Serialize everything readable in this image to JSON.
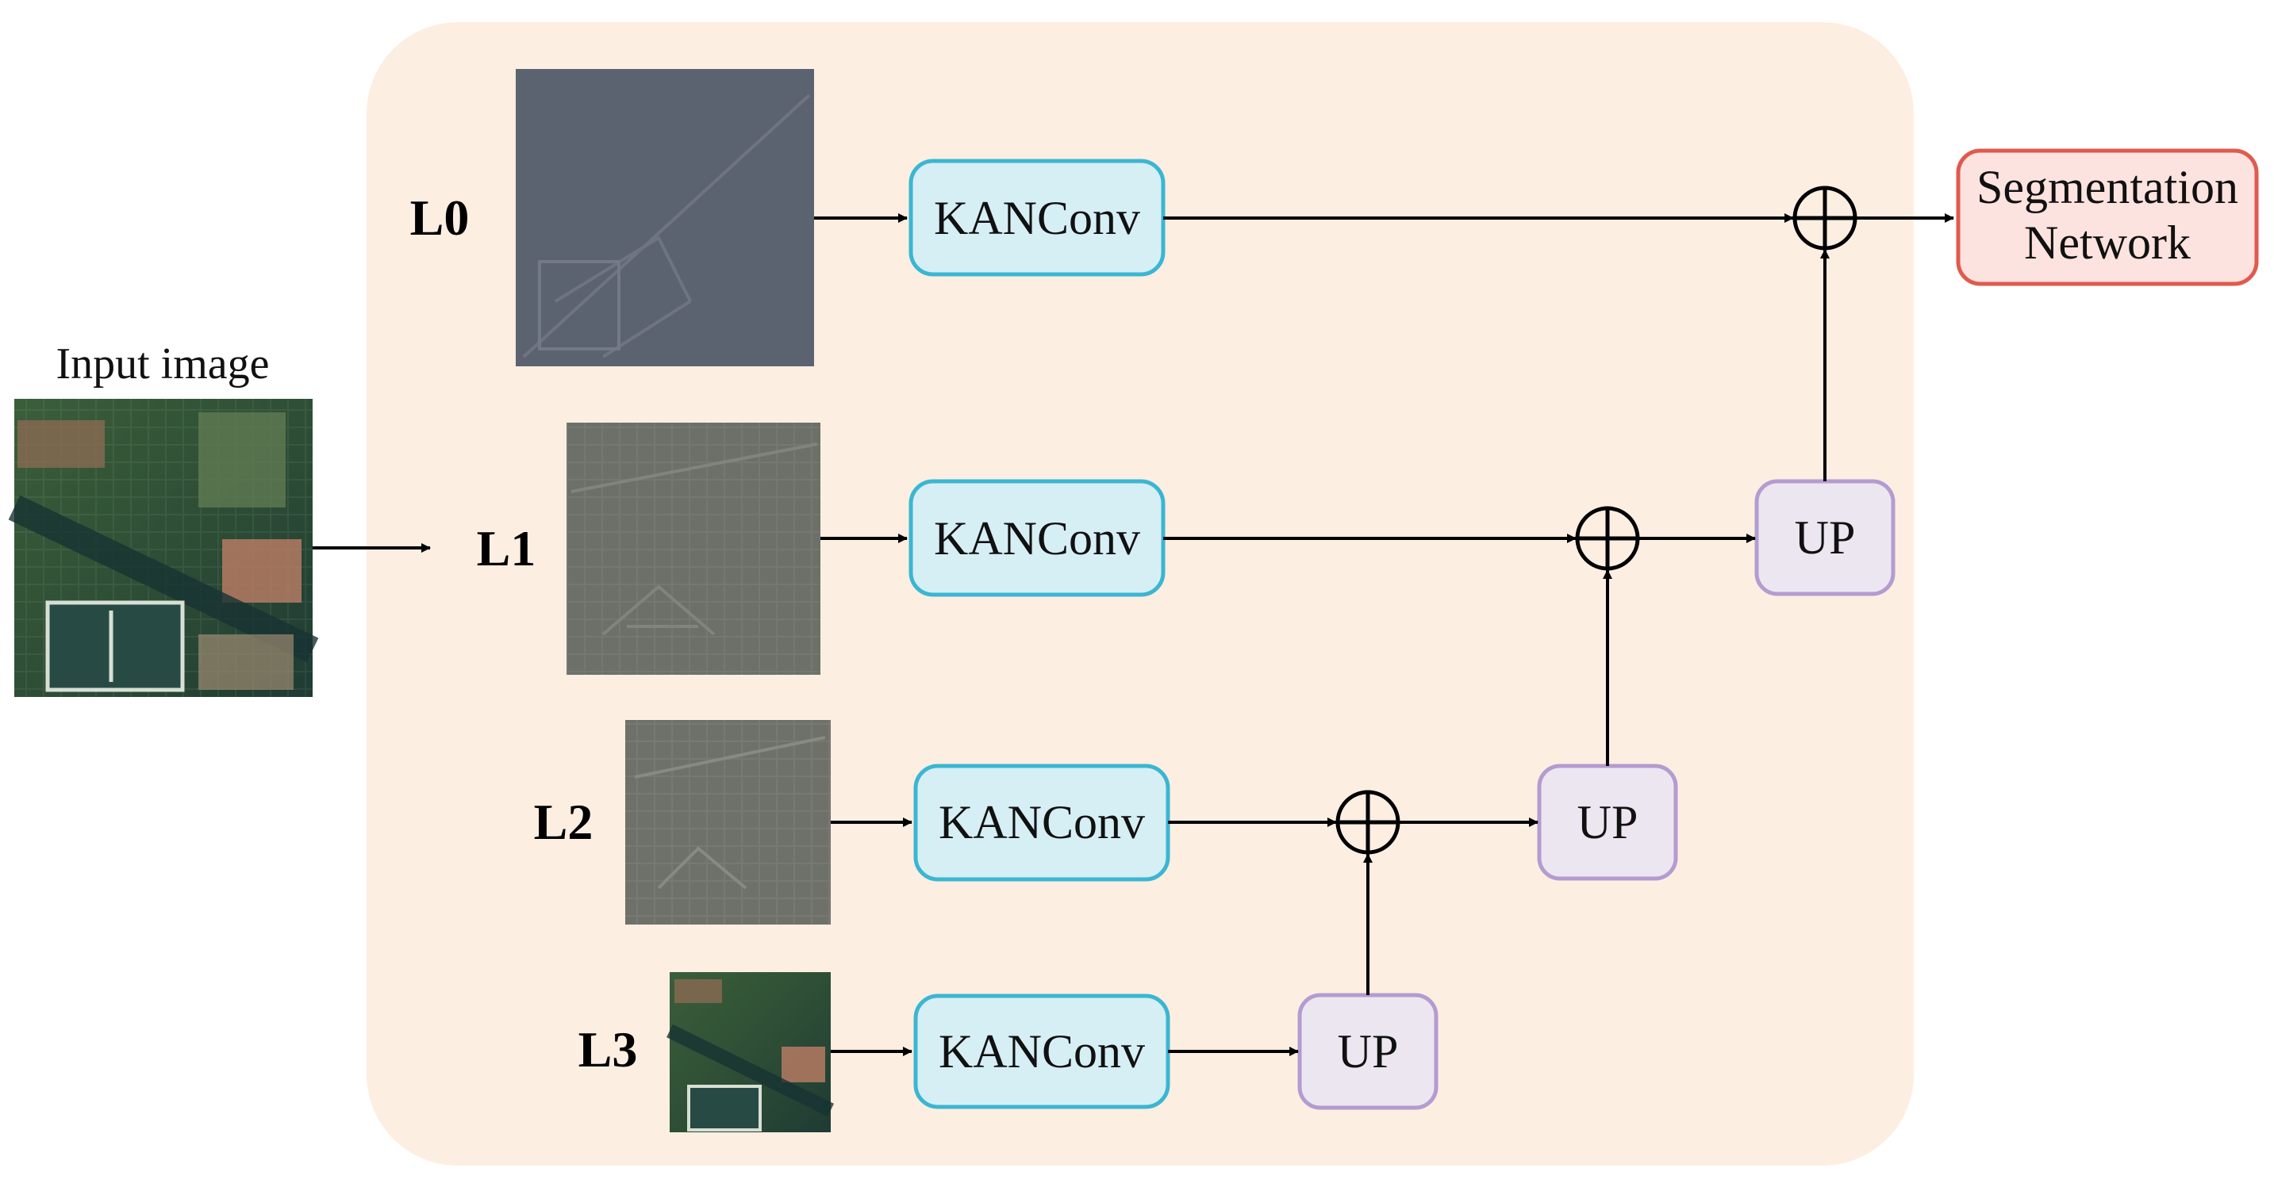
{
  "input": {
    "label": "Input image"
  },
  "levels": [
    "L0",
    "L1",
    "L2",
    "L3"
  ],
  "kanconv_label": "KANConv",
  "up_label": "UP",
  "output": {
    "line1": "Segmentation",
    "line2": "Network"
  },
  "colors": {
    "panel_bg": "#fdeee2",
    "kanconv_fill": "#d6eff5",
    "kanconv_stroke": "#3bb6d2",
    "up_fill": "#ece6f1",
    "up_stroke": "#b39cd0",
    "output_fill": "#fde3df",
    "output_stroke": "#e05a4e"
  }
}
